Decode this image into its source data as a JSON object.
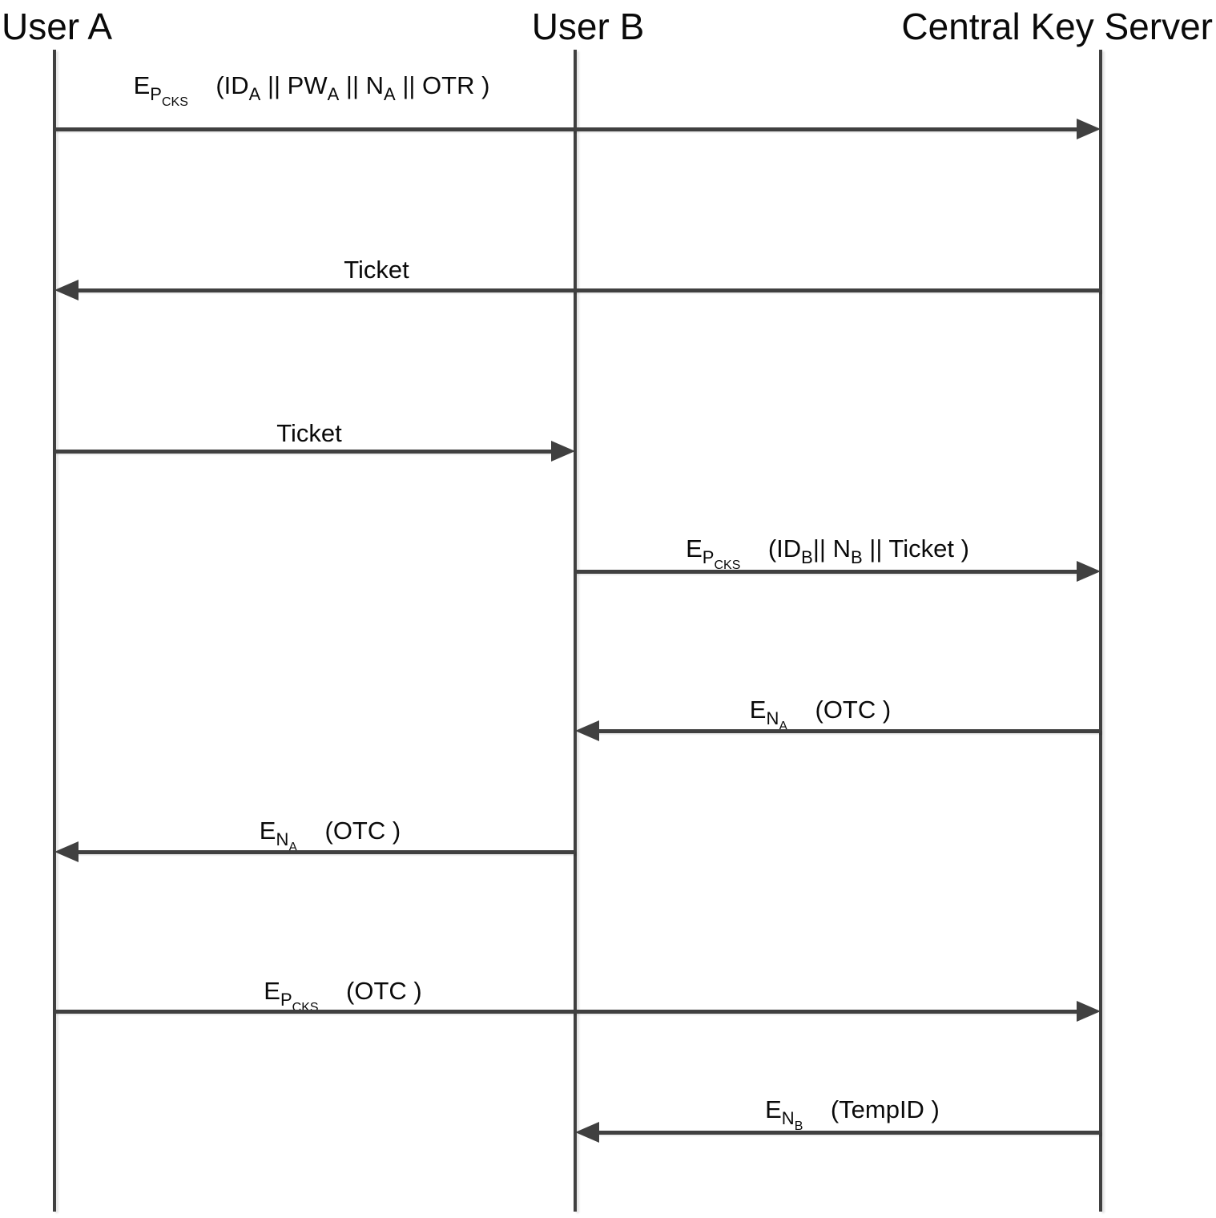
{
  "diagram": {
    "type": "sequence",
    "colors": {
      "line": "#404040",
      "text": "#0a0a0a",
      "background": "#ffffff"
    },
    "actors": [
      {
        "name": "User A"
      },
      {
        "name": "User B"
      },
      {
        "name": "Central Key Server"
      }
    ],
    "messages": [
      {
        "from": "User A",
        "to": "Central Key Server",
        "text": "E_P_CKS (ID_A || PW_A || N_A || OTR )",
        "parts": [
          {
            "text": "E",
            "sub": 0
          },
          {
            "text": "P",
            "sub": 1
          },
          {
            "text": "CKS",
            "sub": 2
          },
          {
            "text": "    ",
            "sub": 0
          },
          {
            "text": "(ID",
            "sub": 0
          },
          {
            "text": "A",
            "sub": 1
          },
          {
            "text": " || PW",
            "sub": 0
          },
          {
            "text": "A",
            "sub": 1
          },
          {
            "text": " || N",
            "sub": 0
          },
          {
            "text": "A",
            "sub": 1
          },
          {
            "text": " || OTR )",
            "sub": 0
          }
        ]
      },
      {
        "from": "Central Key Server",
        "to": "User A",
        "text": "Ticket",
        "parts": [
          {
            "text": "Ticket",
            "sub": 0
          }
        ]
      },
      {
        "from": "User A",
        "to": "User B",
        "text": "Ticket",
        "parts": [
          {
            "text": "Ticket",
            "sub": 0
          }
        ]
      },
      {
        "from": "User B",
        "to": "Central Key Server",
        "text": "E_P_CKS (ID_B|| N_B || Ticket )",
        "parts": [
          {
            "text": "E",
            "sub": 0
          },
          {
            "text": "P",
            "sub": 1
          },
          {
            "text": "CKS",
            "sub": 2
          },
          {
            "text": "    ",
            "sub": 0
          },
          {
            "text": "(ID",
            "sub": 0
          },
          {
            "text": "B",
            "sub": 1
          },
          {
            "text": "|| N",
            "sub": 0
          },
          {
            "text": "B",
            "sub": 1
          },
          {
            "text": " || Ticket )",
            "sub": 0
          }
        ]
      },
      {
        "from": "Central Key Server",
        "to": "User B",
        "text": "E_N_A (OTC )",
        "parts": [
          {
            "text": "E",
            "sub": 0
          },
          {
            "text": "N",
            "sub": 1
          },
          {
            "text": "A",
            "sub": 2
          },
          {
            "text": "    ",
            "sub": 0
          },
          {
            "text": "(OTC )",
            "sub": 0
          }
        ]
      },
      {
        "from": "User B",
        "to": "User A",
        "text": "E_N_A (OTC )",
        "parts": [
          {
            "text": "E",
            "sub": 0
          },
          {
            "text": "N",
            "sub": 1
          },
          {
            "text": "A",
            "sub": 2
          },
          {
            "text": "    ",
            "sub": 0
          },
          {
            "text": "(OTC )",
            "sub": 0
          }
        ]
      },
      {
        "from": "User A",
        "to": "Central Key Server",
        "text": "E_P_CKS (OTC )",
        "parts": [
          {
            "text": "E",
            "sub": 0
          },
          {
            "text": "P",
            "sub": 1
          },
          {
            "text": "CKS",
            "sub": 2
          },
          {
            "text": "    ",
            "sub": 0
          },
          {
            "text": "(OTC )",
            "sub": 0
          }
        ]
      },
      {
        "from": "Central Key Server",
        "to": "User B",
        "text": "E_N_B (TempID )",
        "parts": [
          {
            "text": "E",
            "sub": 0
          },
          {
            "text": "N",
            "sub": 1
          },
          {
            "text": "B",
            "sub": 2
          },
          {
            "text": "    ",
            "sub": 0
          },
          {
            "text": "(TempID )",
            "sub": 0
          }
        ]
      }
    ]
  }
}
